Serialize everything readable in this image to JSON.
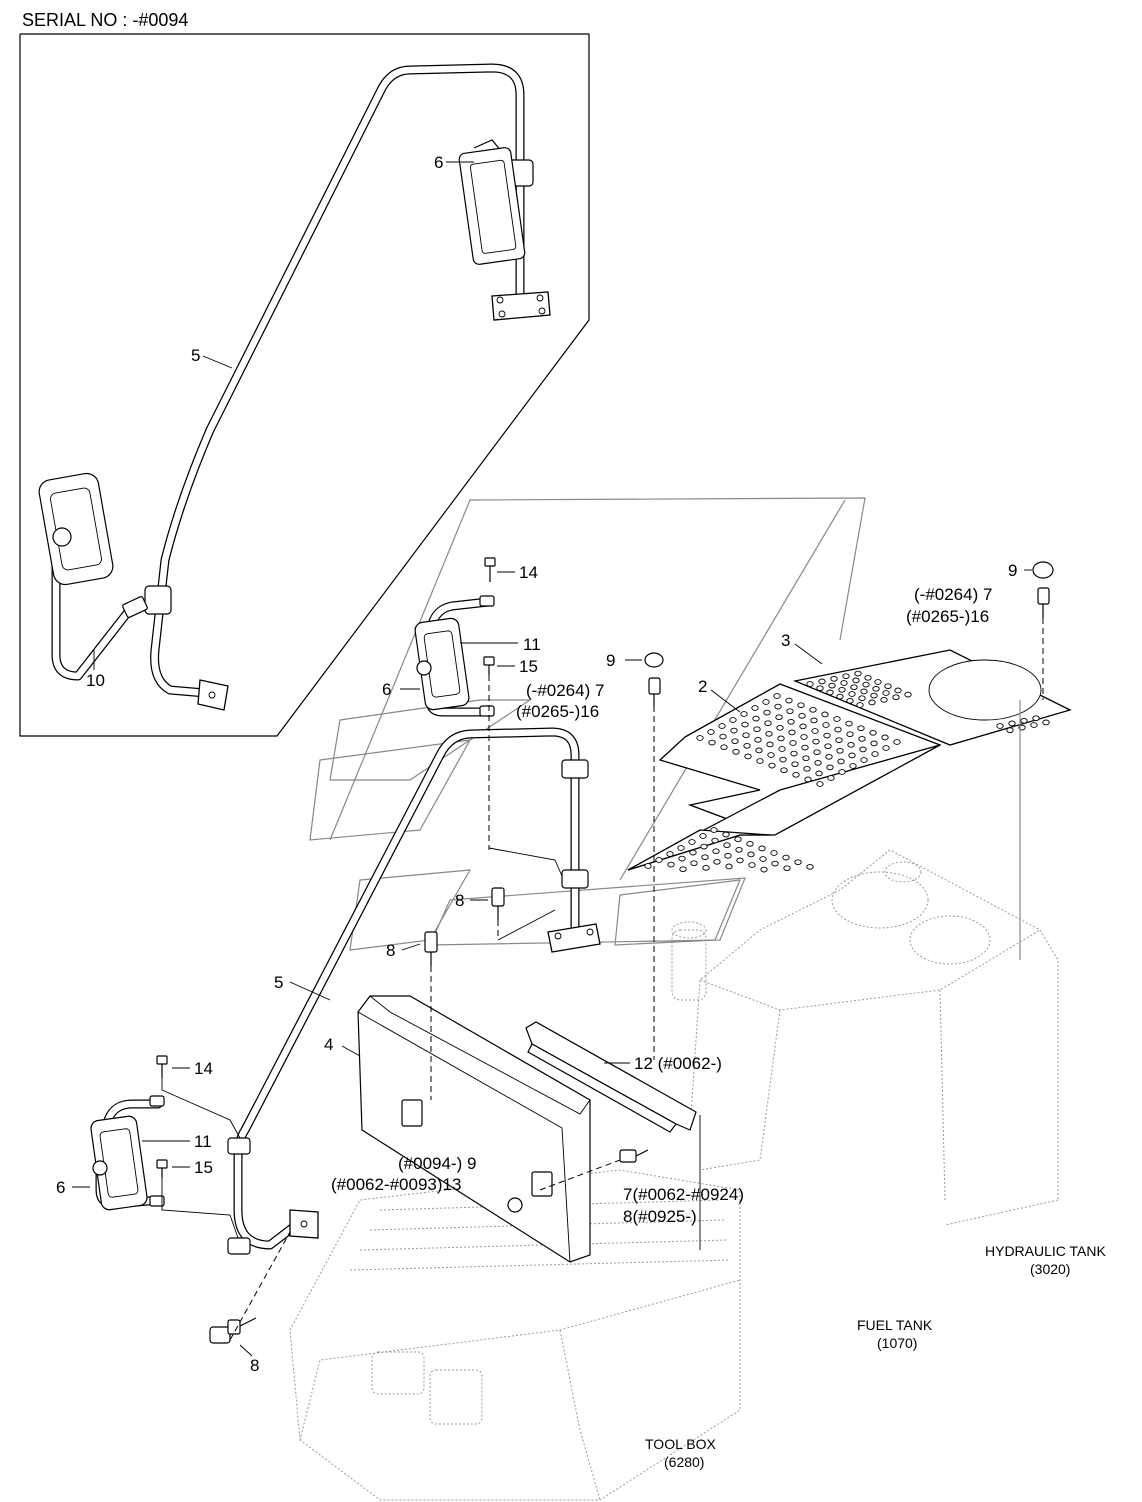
{
  "serial_title": "SERIAL NO : -#0094",
  "inset": {
    "labels": {
      "part6": "6",
      "part5": "5",
      "part10": "10"
    }
  },
  "main": {
    "labels": {
      "p14_top": "14",
      "p11_top": "11",
      "p15_top": "15",
      "p6_top": "6",
      "p9_mid": "9",
      "p7_mid": "(-#0264) 7",
      "p16_mid": "(#0265-)16",
      "p2": "2",
      "p3": "3",
      "p9_right": "9",
      "p7_right": "(-#0264) 7",
      "p16_right": "(#0265-)16",
      "p8_a": "8",
      "p8_b": "8",
      "p5": "5",
      "p4": "4",
      "p12": "12 (#0062-)",
      "p14_low": "14",
      "p11_low": "11",
      "p15_low": "15",
      "p6_low": "6",
      "p9_low": "(#0094-) 9",
      "p13_low": "(#0062-#0093)13",
      "p7_low": "7(#0062-#0924)",
      "p8_low2": "8(#0925-)",
      "p8_bottom": "8"
    },
    "references": {
      "hydraulic_tank": "HYDRAULIC TANK",
      "hydraulic_tank_code": "(3020)",
      "fuel_tank": "FUEL TANK",
      "fuel_tank_code": "(1070)",
      "tool_box": "TOOL BOX",
      "tool_box_code": "(6280)"
    }
  }
}
